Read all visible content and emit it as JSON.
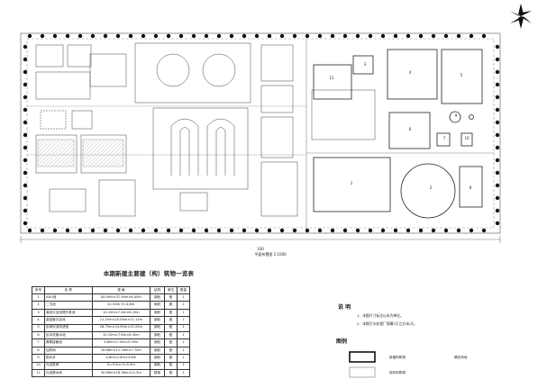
{
  "table": {
    "title": "本期新建主要建（构）筑物一览表",
    "headers": [
      "序号",
      "名 称",
      "规 格",
      "结构",
      "单位",
      "数量"
    ],
    "rows": [
      {
        "no": "1",
        "name": "AAO池",
        "spec": "44.90m×37.90m×6.40m",
        "struct": "钢砼",
        "unit": "座",
        "qty": "1"
      },
      {
        "no": "2",
        "name": "二沉池",
        "spec": "D=30m  H=4.6m",
        "struct": "钢砼",
        "unit": "座",
        "qty": "1"
      },
      {
        "no": "3",
        "name": "高效沉淀池提升泵池",
        "spec": "10.10m×7.6m×6.25m",
        "struct": "钢砼",
        "unit": "座",
        "qty": "1"
      },
      {
        "no": "4",
        "name": "高密度沉淀池",
        "spec": "21.25m×20.56m×11.11m",
        "struct": "钢砼",
        "unit": "座",
        "qty": "1"
      },
      {
        "no": "5",
        "name": "反硝化深床滤池",
        "spec": "28.79m×24.90m×10.25m",
        "struct": "钢砼",
        "unit": "座",
        "qty": "1"
      },
      {
        "no": "6",
        "name": "反冲洗废水池",
        "spec": "10.10m×7.6m×6.45m",
        "struct": "钢砼",
        "unit": "座",
        "qty": "1"
      },
      {
        "no": "7",
        "name": "臭氧接触池",
        "spec": "9.80m×7.6m×5.50m",
        "struct": "钢砼",
        "unit": "座",
        "qty": "1"
      },
      {
        "no": "8",
        "name": "加药间",
        "spec": "26.68m×11.16m×7.70m",
        "struct": "钢砼",
        "unit": "座",
        "qty": "1"
      },
      {
        "no": "9",
        "name": "配水井",
        "spec": "4.8m×2.8m×3.8m",
        "struct": "钢砼",
        "unit": "座",
        "qty": "1"
      },
      {
        "no": "10",
        "name": "污泥泵房",
        "spec": "D=5.0m  H=5.9m",
        "struct": "钢砼",
        "unit": "座",
        "qty": "1"
      },
      {
        "no": "11",
        "name": "污泥脱水间",
        "spec": "30.66m×18.36m×11.5m",
        "struct": "框架",
        "unit": "座",
        "qty": "1"
      }
    ]
  },
  "notes": {
    "title": "说 明",
    "items": [
      "1、本图尺寸标注以米为单位。",
      "2、本期污水处理厂规模3万立方米/天。"
    ]
  },
  "legend": {
    "title": "图例",
    "items": [
      {
        "label": "新建构筑物"
      },
      {
        "label": "硬化场地"
      },
      {
        "label": "现状构筑物"
      }
    ]
  },
  "plan": {
    "numbers": [
      "1",
      "2",
      "3",
      "4",
      "5",
      "6",
      "7",
      "8",
      "9",
      "10",
      "11"
    ],
    "dim_bottom": "330",
    "scale_caption": "平面布置图 1:1000"
  },
  "colors": {
    "line": "#333333",
    "tree": "#111111",
    "road": "#888888"
  }
}
